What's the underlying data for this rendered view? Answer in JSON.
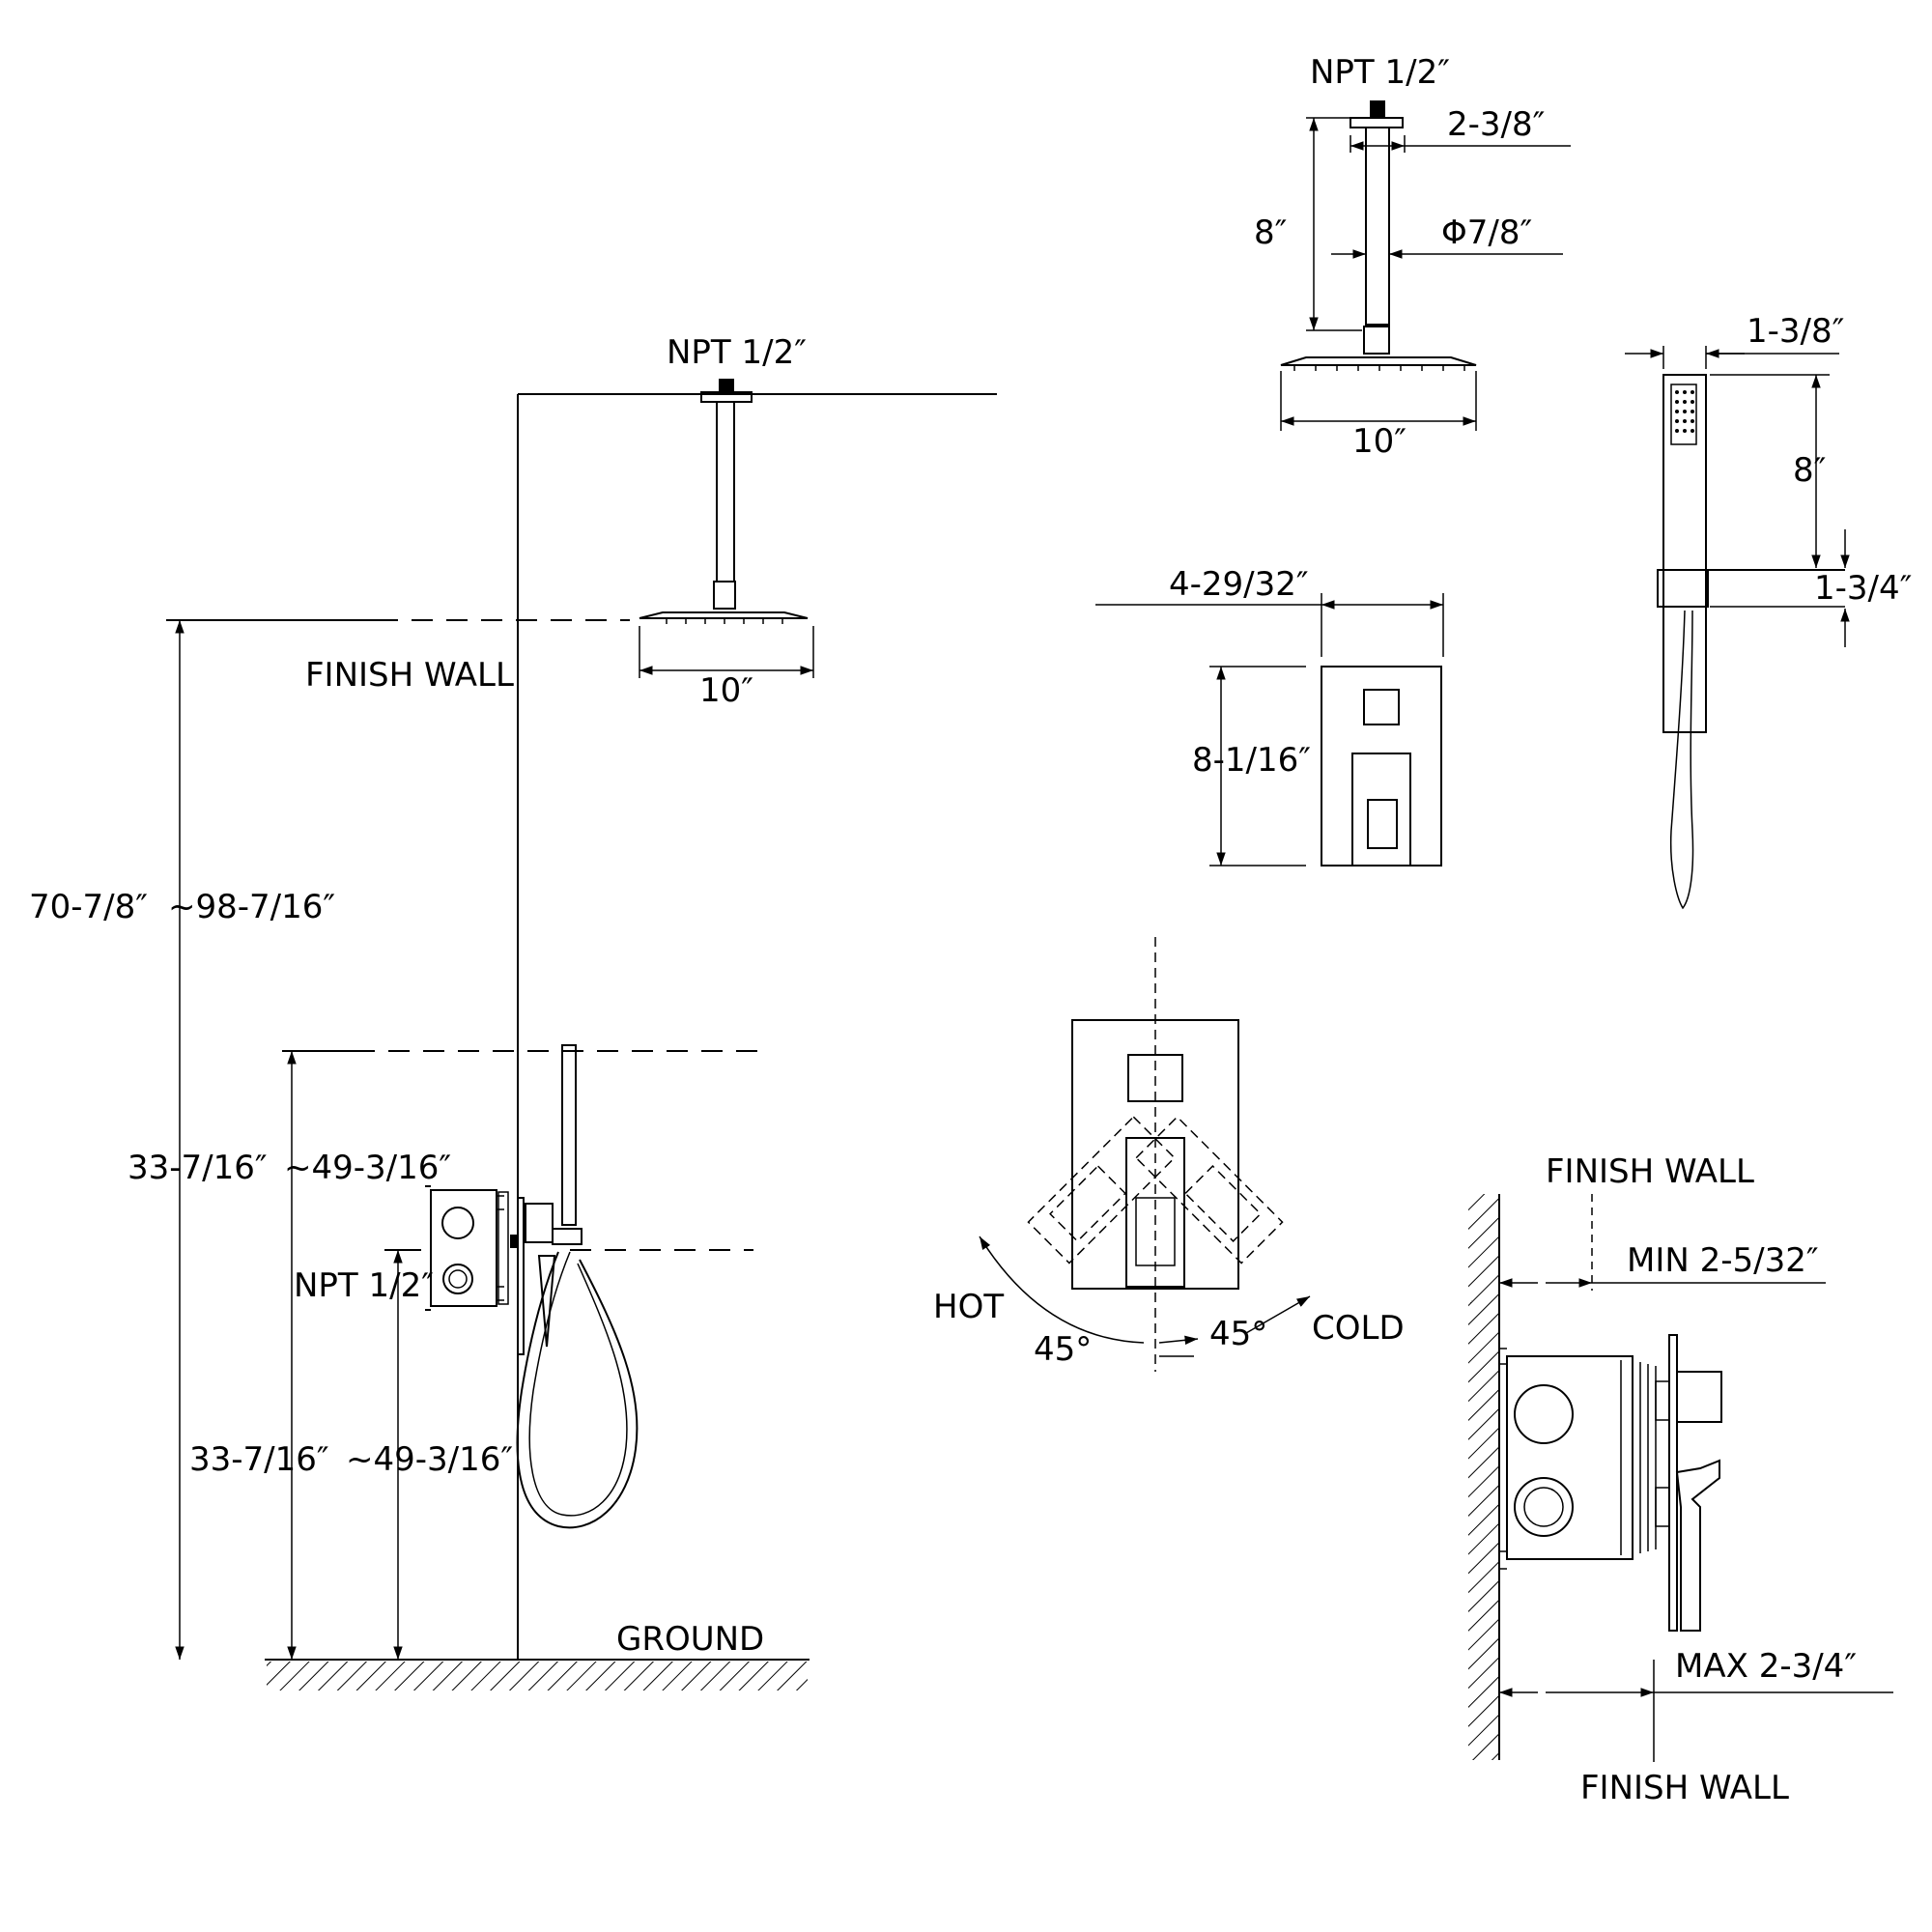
{
  "labels": {
    "npt_main": "NPT 1/2″",
    "npt_top": "NPT 1/2″",
    "npt_valve": "NPT 1/2″",
    "dim_2_3_8": "2-3/8″",
    "dim_8_arm": "8″",
    "dim_phi_7_8": "Φ7/8″",
    "dim_10_top": "10″",
    "dim_10_main": "10″",
    "dim_1_3_8": "1-3/8″",
    "dim_8_hand": "8″",
    "dim_1_3_4": "1-3/4″",
    "dim_4_29_32": "4-29/32″",
    "dim_8_1_16": "8-1/16″",
    "dim_70_7_8": "70-7/8″",
    "dim_98_7_16": "~98-7/16″",
    "dim_33_7_16_a": "33-7/16″",
    "dim_49_3_16_a": "~49-3/16″",
    "dim_33_7_16_b": "33-7/16″",
    "dim_49_3_16_b": "~49-3/16″",
    "finish_wall_main": "FINISH WALL",
    "ground": "GROUND",
    "hot": "HOT",
    "cold": "COLD",
    "angle_left": "45°",
    "angle_right": "45°",
    "finish_wall_top": "FINISH WALL",
    "min_depth": "MIN 2-5/32″",
    "max_depth": "MAX 2-3/4″",
    "finish_wall_bottom": "FINISH WALL"
  }
}
